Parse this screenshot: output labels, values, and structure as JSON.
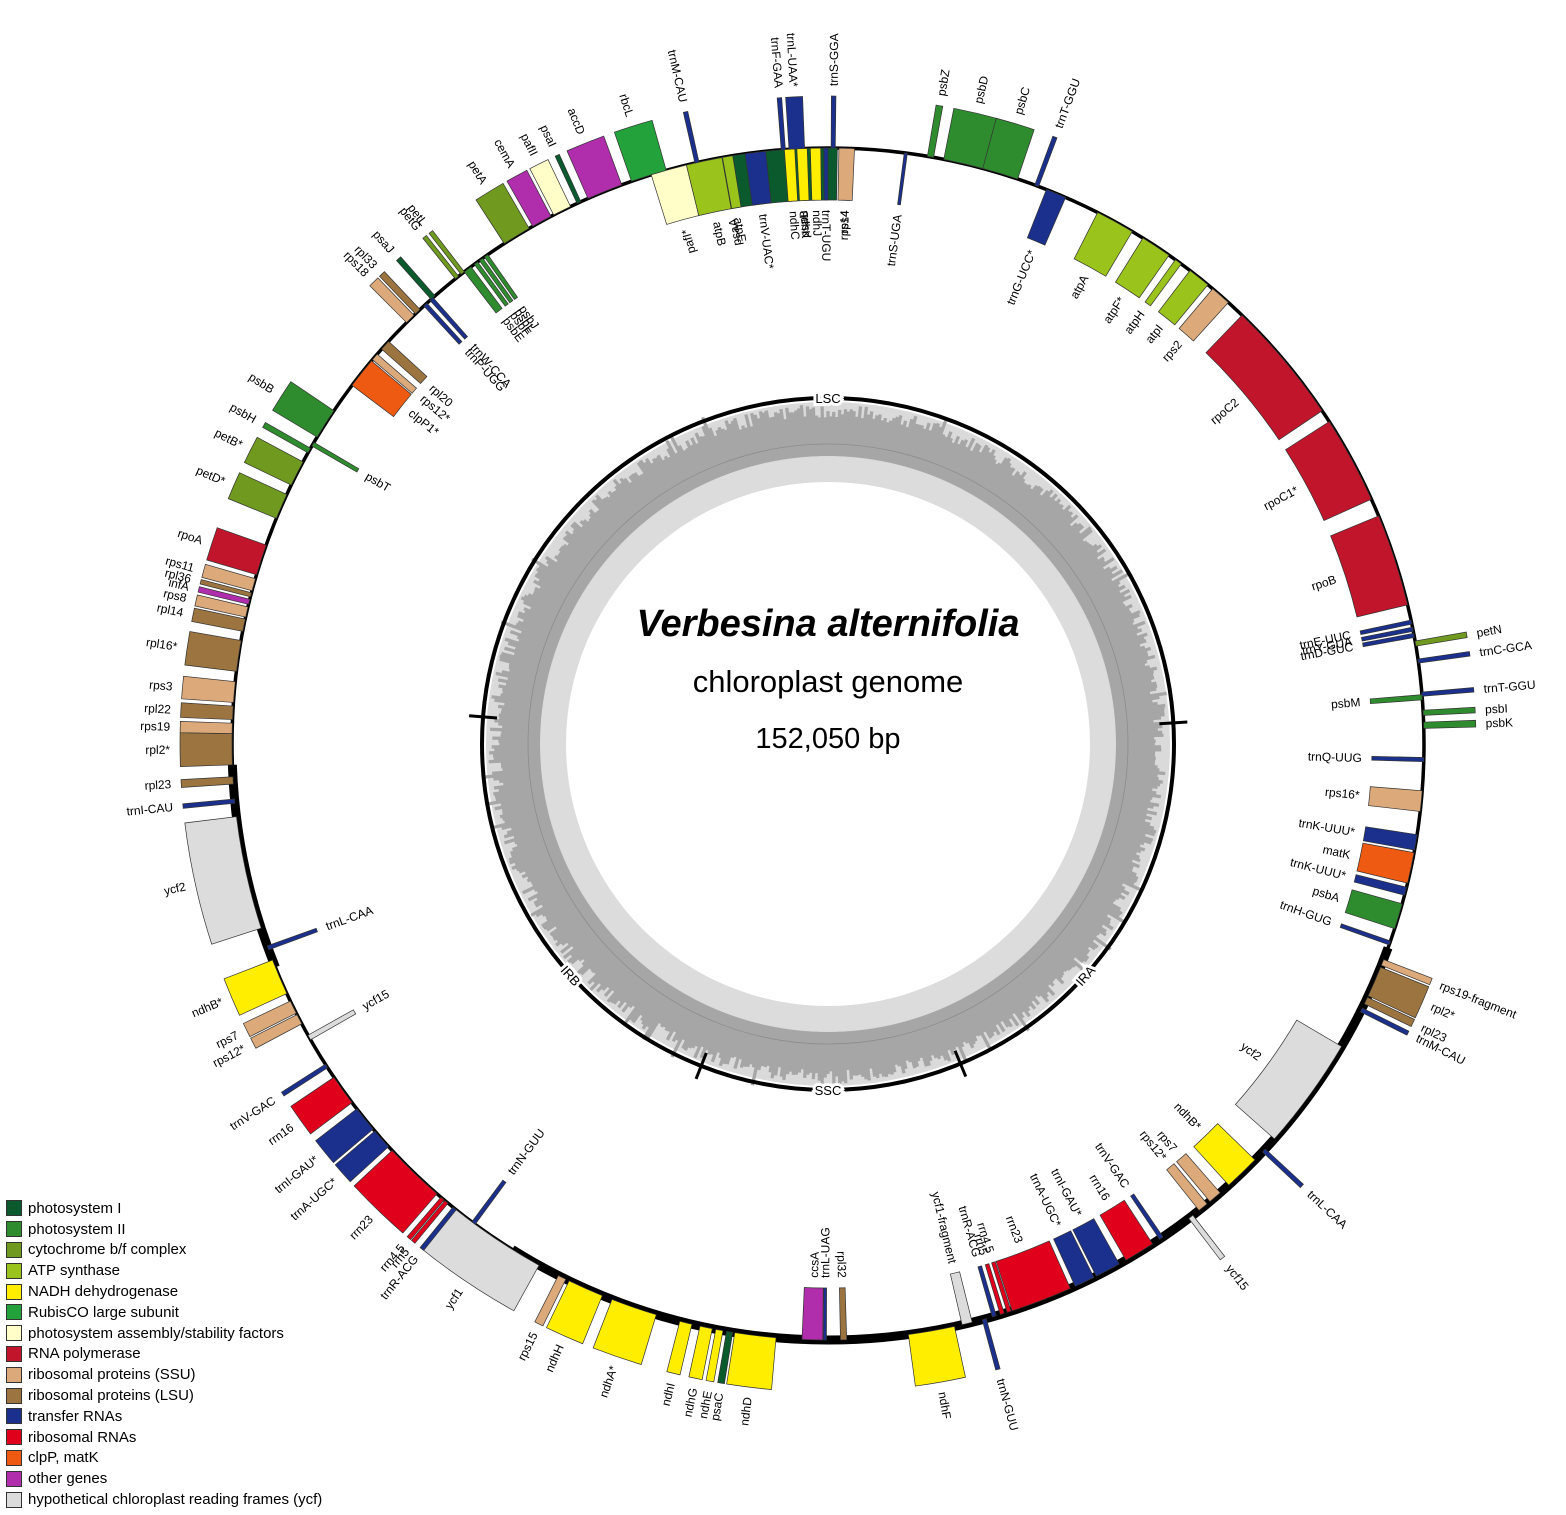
{
  "title": {
    "species": "Verbesina alternifolia",
    "subtitle": "chloroplast genome",
    "size": "152,050 bp"
  },
  "regions": [
    {
      "label": "LSC"
    },
    {
      "label": "IRA"
    },
    {
      "label": "SSC"
    },
    {
      "label": "IRB"
    }
  ],
  "legend": [
    {
      "label": "photosystem I",
      "color": "#0b5a2e"
    },
    {
      "label": "photosystem II",
      "color": "#2e8b2e"
    },
    {
      "label": "cytochrome b/f complex",
      "color": "#6f9a1f"
    },
    {
      "label": "ATP synthase",
      "color": "#9ac31c"
    },
    {
      "label": "NADH dehydrogenase",
      "color": "#ffee00"
    },
    {
      "label": "RubisCO large subunit",
      "color": "#23a23b"
    },
    {
      "label": "photosystem assembly/stability factors",
      "color": "#fffdc8"
    },
    {
      "label": "RNA polymerase",
      "color": "#c0152b"
    },
    {
      "label": "ribosomal proteins (SSU)",
      "color": "#dba97a"
    },
    {
      "label": "ribosomal proteins (LSU)",
      "color": "#9b7440"
    },
    {
      "label": "transfer RNAs",
      "color": "#1b2f8c"
    },
    {
      "label": "ribosomal RNAs",
      "color": "#e0001c"
    },
    {
      "label": "clpP, matK",
      "color": "#ef5a12"
    },
    {
      "label": "other genes",
      "color": "#b02dab"
    },
    {
      "label": "hypothetical chloroplast reading frames (ycf)",
      "color": "#dcdcdc"
    }
  ],
  "genes": [
    {
      "label": "psaA",
      "cat": 0,
      "side": "in",
      "a": -10.3,
      "w": 7.2
    },
    {
      "label": "psaB",
      "cat": 0,
      "side": "in",
      "a": -2.6,
      "w": 7.0
    },
    {
      "label": "rps14",
      "cat": 8,
      "side": "in",
      "a": 1.8,
      "w": 1.0
    },
    {
      "label": "psbD",
      "cat": 1,
      "side": "out",
      "a": 13.2,
      "w": 4.0
    },
    {
      "label": "psbC",
      "cat": 1,
      "side": "out",
      "a": 16.8,
      "w": 3.5
    },
    {
      "label": "psbZ",
      "cat": 1,
      "side": "out",
      "a": 9.9,
      "w": 0.6
    },
    {
      "label": "trnS-UGA",
      "cat": 10,
      "side": "in",
      "a": 7.5,
      "w": 0.3
    },
    {
      "label": "trnG-UCC*",
      "cat": 10,
      "side": "in",
      "a": 22.5,
      "w": 2.0
    },
    {
      "label": "trnT-GGU",
      "cat": 10,
      "side": "out",
      "a": 20.5,
      "w": 0.4
    },
    {
      "label": "atpA",
      "cat": 3,
      "side": "in",
      "a": 28.8,
      "w": 3.8
    },
    {
      "label": "atpF*",
      "cat": 3,
      "side": "in",
      "a": 33.4,
      "w": 3.0
    },
    {
      "label": "atpH",
      "cat": 3,
      "side": "in",
      "a": 36.0,
      "w": 0.7
    },
    {
      "label": "atpI",
      "cat": 3,
      "side": "in",
      "a": 38.5,
      "w": 2.2
    },
    {
      "label": "rps2",
      "cat": 8,
      "side": "in",
      "a": 41.2,
      "w": 2.0
    },
    {
      "label": "rpoC2",
      "cat": 7,
      "side": "in",
      "a": 50.0,
      "w": 12.0
    },
    {
      "label": "rpoC1*",
      "cat": 7,
      "side": "in",
      "a": 61.5,
      "w": 8.5
    },
    {
      "label": "rpoB",
      "cat": 7,
      "side": "in",
      "a": 72.0,
      "w": 9.0
    },
    {
      "label": "trnC-GCA",
      "cat": 10,
      "side": "out",
      "a": 82.0,
      "w": 0.4
    },
    {
      "label": "petN",
      "cat": 2,
      "side": "out",
      "a": 80.3,
      "w": 0.5
    },
    {
      "label": "psbM",
      "cat": 1,
      "side": "in",
      "a": 85.5,
      "w": 0.5
    },
    {
      "label": "trnD-GUC",
      "cat": 10,
      "side": "in",
      "a": 79.5,
      "w": 0.4
    },
    {
      "label": "trnY-GUA",
      "cat": 10,
      "side": "in",
      "a": 78.9,
      "w": 0.4
    },
    {
      "label": "trnE-UUC",
      "cat": 10,
      "side": "in",
      "a": 78.2,
      "w": 0.4
    },
    {
      "label": "trnT-GGU",
      "cat": 10,
      "side": "out",
      "a": 85.2,
      "w": 0.4
    },
    {
      "label": "psbI",
      "cat": 1,
      "side": "out",
      "a": 87.0,
      "w": 0.5
    },
    {
      "label": "psbK",
      "cat": 1,
      "side": "out",
      "a": 88.2,
      "w": 0.6
    },
    {
      "label": "trnQ-UUG",
      "cat": 10,
      "side": "in",
      "a": 91.5,
      "w": 0.4
    },
    {
      "label": "rps16*",
      "cat": 8,
      "side": "in",
      "a": 95.5,
      "w": 2.0
    },
    {
      "label": "trnK-UUU*",
      "cat": 10,
      "side": "in",
      "a": 99.5,
      "w": 1.5
    },
    {
      "label": "matK",
      "cat": 12,
      "side": "in",
      "a": 102.0,
      "w": 3.0
    },
    {
      "label": "trnK-UUU*",
      "cat": 10,
      "side": "in",
      "a": 104.3,
      "w": 0.8
    },
    {
      "label": "psbA",
      "cat": 1,
      "side": "in",
      "a": 106.8,
      "w": 2.5
    },
    {
      "label": "trnH-GUG",
      "cat": 10,
      "side": "in",
      "a": 109.5,
      "w": 0.4
    },
    {
      "label": "rps19-fragment",
      "cat": 8,
      "side": "out",
      "a": 111.5,
      "w": 0.6
    },
    {
      "label": "rpl2*",
      "cat": 9,
      "side": "out",
      "a": 113.5,
      "w": 3.0
    },
    {
      "label": "rpl23",
      "cat": 9,
      "side": "out",
      "a": 115.5,
      "w": 0.7
    },
    {
      "label": "trnM-CAU",
      "cat": 10,
      "side": "out",
      "a": 116.5,
      "w": 0.4
    },
    {
      "label": "ycf2",
      "cat": 14,
      "side": "in",
      "a": 126.0,
      "w": 11.0
    },
    {
      "label": "trnL-CAA",
      "cat": 10,
      "side": "out",
      "a": 133.0,
      "w": 0.4
    },
    {
      "label": "ndhB*",
      "cat": 4,
      "side": "in",
      "a": 136.0,
      "w": 3.5
    },
    {
      "label": "rps7",
      "cat": 8,
      "side": "in",
      "a": 139.5,
      "w": 1.3
    },
    {
      "label": "rps12*",
      "cat": 8,
      "side": "in",
      "a": 141.0,
      "w": 1.0
    },
    {
      "label": "ycf15",
      "cat": 14,
      "side": "out",
      "a": 142.5,
      "w": 0.5
    },
    {
      "label": "trnV-GAC",
      "cat": 10,
      "side": "in",
      "a": 146.0,
      "w": 0.4
    },
    {
      "label": "rrn16",
      "cat": 11,
      "side": "in",
      "a": 148.5,
      "w": 3.0
    },
    {
      "label": "trnI-GAU*",
      "cat": 10,
      "side": "in",
      "a": 152.0,
      "w": 2.5
    },
    {
      "label": "trnA-UGC*",
      "cat": 10,
      "side": "in",
      "a": 154.5,
      "w": 2.0
    },
    {
      "label": "rrn23",
      "cat": 11,
      "side": "in",
      "a": 159.0,
      "w": 6.0
    },
    {
      "label": "rrn4.5",
      "cat": 11,
      "side": "in",
      "a": 162.3,
      "w": 0.4
    },
    {
      "label": "rrn5",
      "cat": 11,
      "side": "in",
      "a": 163.0,
      "w": 0.4
    },
    {
      "label": "trnR-ACG",
      "cat": 10,
      "side": "in",
      "a": 163.8,
      "w": 0.4
    },
    {
      "label": "trnN-GUU",
      "cat": 10,
      "side": "out",
      "a": 164.8,
      "w": 0.4
    },
    {
      "label": "ycf1-fragment",
      "cat": 14,
      "side": "in",
      "a": 166.5,
      "w": 1.0
    },
    {
      "label": "ndhF",
      "cat": 4,
      "side": "out",
      "a": 170.0,
      "w": 4.5
    },
    {
      "label": "rpl32",
      "cat": 9,
      "side": "in",
      "a": 178.5,
      "w": 0.6
    },
    {
      "label": "trnL-UAG",
      "cat": 10,
      "side": "in",
      "a": 180.3,
      "w": 0.3
    },
    {
      "label": "ccsA",
      "cat": 13,
      "side": "in",
      "a": 181.5,
      "w": 2.0
    },
    {
      "label": "ndhD",
      "cat": 4,
      "side": "out",
      "a": 187.0,
      "w": 4.0
    },
    {
      "label": "psaC",
      "cat": 0,
      "side": "out",
      "a": 189.5,
      "w": 0.6
    },
    {
      "label": "ndhE",
      "cat": 4,
      "side": "out",
      "a": 190.5,
      "w": 0.7
    },
    {
      "label": "ndhG",
      "cat": 4,
      "side": "out",
      "a": 191.8,
      "w": 1.2
    },
    {
      "label": "ndhI",
      "cat": 4,
      "side": "out",
      "a": 193.8,
      "w": 1.2
    },
    {
      "label": "ndhA*",
      "cat": 4,
      "side": "out",
      "a": 199.0,
      "w": 4.5
    },
    {
      "label": "ndhH",
      "cat": 4,
      "side": "out",
      "a": 204.0,
      "w": 3.5
    },
    {
      "label": "rps15",
      "cat": 8,
      "side": "out",
      "a": 206.5,
      "w": 0.8
    },
    {
      "label": "ycf1",
      "cat": 14,
      "side": "out",
      "a": 214.0,
      "w": 10.0
    },
    {
      "label": "trnN-GUU",
      "cat": 10,
      "side": "in",
      "a": 216.5,
      "w": 0.4
    },
    {
      "label": "rrn23",
      "cat": 11,
      "side": "out",
      "a": 224.0,
      "w": 6.0
    },
    {
      "label": "rrn4.5",
      "cat": 11,
      "side": "out",
      "a": 220.3,
      "w": 0.4
    },
    {
      "label": "rrn5",
      "cat": 11,
      "side": "out",
      "a": 219.8,
      "w": 0.4
    },
    {
      "label": "trnR-ACG",
      "cat": 10,
      "side": "out",
      "a": 218.8,
      "w": 0.4
    },
    {
      "label": "trnA-UGC*",
      "cat": 10,
      "side": "out",
      "a": 228.5,
      "w": 2.0
    },
    {
      "label": "trnI-GAU*",
      "cat": 10,
      "side": "out",
      "a": 231.0,
      "w": 2.5
    },
    {
      "label": "rrn16",
      "cat": 11,
      "side": "out",
      "a": 234.5,
      "w": 3.0
    },
    {
      "label": "trnV-GAC",
      "cat": 10,
      "side": "out",
      "a": 237.3,
      "w": 0.4
    },
    {
      "label": "ycf15",
      "cat": 14,
      "side": "in",
      "a": 240.5,
      "w": 0.5
    },
    {
      "label": "rps12*",
      "cat": 8,
      "side": "out",
      "a": 242.5,
      "w": 1.0
    },
    {
      "label": "rps7",
      "cat": 8,
      "side": "out",
      "a": 243.8,
      "w": 1.3
    },
    {
      "label": "ndhB*",
      "cat": 4,
      "side": "out",
      "a": 247.0,
      "w": 3.5
    },
    {
      "label": "trnL-CAA",
      "cat": 10,
      "side": "in",
      "a": 250.0,
      "w": 0.4
    },
    {
      "label": "ycf2",
      "cat": 14,
      "side": "out",
      "a": 257.5,
      "w": 11.0
    },
    {
      "label": "trnI-CAU",
      "cat": 10,
      "side": "out",
      "a": 264.5,
      "w": 0.4
    },
    {
      "label": "rpl23",
      "cat": 9,
      "side": "out",
      "a": 266.5,
      "w": 0.7
    },
    {
      "label": "rpl2*",
      "cat": 9,
      "side": "out",
      "a": 269.5,
      "w": 3.0
    },
    {
      "label": "rps19",
      "cat": 8,
      "side": "out",
      "a": 271.5,
      "w": 1.0
    },
    {
      "label": "rpl22",
      "cat": 9,
      "side": "out",
      "a": 273.0,
      "w": 1.3
    },
    {
      "label": "rps3",
      "cat": 8,
      "side": "out",
      "a": 275.0,
      "w": 2.0
    },
    {
      "label": "rpl16*",
      "cat": 9,
      "side": "out",
      "a": 278.5,
      "w": 3.0
    },
    {
      "label": "rpl14",
      "cat": 9,
      "side": "out",
      "a": 281.5,
      "w": 1.2
    },
    {
      "label": "rps8",
      "cat": 8,
      "side": "out",
      "a": 282.8,
      "w": 1.0
    },
    {
      "label": "infA",
      "cat": 13,
      "side": "out",
      "a": 283.8,
      "w": 0.5
    },
    {
      "label": "rpl36",
      "cat": 9,
      "side": "out",
      "a": 284.5,
      "w": 0.4
    },
    {
      "label": "rps11",
      "cat": 8,
      "side": "out",
      "a": 285.5,
      "w": 1.2
    },
    {
      "label": "rpoA",
      "cat": 7,
      "side": "out",
      "a": 288.0,
      "w": 3.0
    },
    {
      "label": "petD*",
      "cat": 2,
      "side": "out",
      "a": 293.5,
      "w": 2.5
    },
    {
      "label": "petB*",
      "cat": 2,
      "side": "out",
      "a": 297.0,
      "w": 2.5
    },
    {
      "label": "psbH",
      "cat": 1,
      "side": "out",
      "a": 299.5,
      "w": 0.5
    },
    {
      "label": "psbT",
      "cat": 1,
      "side": "in",
      "a": 300.2,
      "w": 0.4
    },
    {
      "label": "psbB",
      "cat": 1,
      "side": "out",
      "a": 302.5,
      "w": 3.0
    },
    {
      "label": "clpP1*",
      "cat": 12,
      "side": "in",
      "a": 308.5,
      "w": 3.0
    },
    {
      "label": "rps12*",
      "cat": 8,
      "side": "in",
      "a": 310.5,
      "w": 0.7
    },
    {
      "label": "rpl20",
      "cat": 9,
      "side": "in",
      "a": 312.0,
      "w": 1.0
    },
    {
      "label": "rps18",
      "cat": 8,
      "side": "out",
      "a": 315.5,
      "w": 1.0
    },
    {
      "label": "rpl33",
      "cat": 9,
      "side": "out",
      "a": 316.5,
      "w": 0.6
    },
    {
      "label": "psaJ",
      "cat": 0,
      "side": "out",
      "a": 318.5,
      "w": 0.5
    },
    {
      "label": "trnP-UGG",
      "cat": 10,
      "side": "in",
      "a": 317.5,
      "w": 0.4
    },
    {
      "label": "trnW-CCA",
      "cat": 10,
      "side": "in",
      "a": 318.3,
      "w": 0.4
    },
    {
      "label": "petG",
      "cat": 2,
      "side": "out",
      "a": 321.5,
      "w": 0.4
    },
    {
      "label": "petL",
      "cat": 2,
      "side": "out",
      "a": 322.2,
      "w": 0.4
    },
    {
      "label": "psbE",
      "cat": 1,
      "side": "in",
      "a": 322.8,
      "w": 0.8
    },
    {
      "label": "psbF",
      "cat": 1,
      "side": "in",
      "a": 323.8,
      "w": 0.4
    },
    {
      "label": "psbL",
      "cat": 1,
      "side": "in",
      "a": 324.4,
      "w": 0.4
    },
    {
      "label": "psbJ",
      "cat": 1,
      "side": "in",
      "a": 325.0,
      "w": 0.4
    },
    {
      "label": "petA",
      "cat": 2,
      "side": "out",
      "a": 328.5,
      "w": 2.8
    },
    {
      "label": "cemA",
      "cat": 13,
      "side": "out",
      "a": 331.3,
      "w": 2.0
    },
    {
      "label": "pafII",
      "cat": 6,
      "side": "out",
      "a": 333.5,
      "w": 1.8
    },
    {
      "label": "psaI",
      "cat": 0,
      "side": "out",
      "a": 335.3,
      "w": 0.4
    },
    {
      "label": "accD",
      "cat": 13,
      "side": "out",
      "a": 338.0,
      "w": 3.5
    },
    {
      "label": "rbcL",
      "cat": 5,
      "side": "out",
      "a": 342.5,
      "w": 3.5
    },
    {
      "label": "atpB",
      "cat": 3,
      "side": "in",
      "a": 348.0,
      "w": 3.5
    },
    {
      "label": "atpE",
      "cat": 3,
      "side": "in",
      "a": 350.3,
      "w": 1.0
    },
    {
      "label": "trnM-CAU",
      "cat": 10,
      "side": "out",
      "a": 347.3,
      "w": 0.4
    },
    {
      "label": "trnV-UAC*",
      "cat": 10,
      "side": "in",
      "a": 353.0,
      "w": 2.0
    },
    {
      "label": "ndhC",
      "cat": 4,
      "side": "in",
      "a": 356.3,
      "w": 1.0
    },
    {
      "label": "ndhK",
      "cat": 4,
      "side": "in",
      "a": 357.5,
      "w": 1.0
    },
    {
      "label": "ndhJ",
      "cat": 4,
      "side": "in",
      "a": 358.8,
      "w": 1.0
    },
    {
      "label": "trnF-GAA",
      "cat": 10,
      "side": "out",
      "a": 355.7,
      "w": 0.4
    },
    {
      "label": "trnL-UAA*",
      "cat": 10,
      "side": "out",
      "a": 357.0,
      "w": 1.5
    },
    {
      "label": "trnT-UGU",
      "cat": 10,
      "side": "in",
      "a": 359.8,
      "w": 0.4
    },
    {
      "label": "trnS-GGA",
      "cat": 10,
      "side": "out",
      "a": 0.5,
      "w": 0.4
    },
    {
      "label": "rps4",
      "cat": 8,
      "side": "in",
      "a": 1.8,
      "w": 1.5
    },
    {
      "label": "pafI*",
      "cat": 6,
      "side": "in",
      "a": -15.5,
      "w": 3.5
    }
  ]
}
